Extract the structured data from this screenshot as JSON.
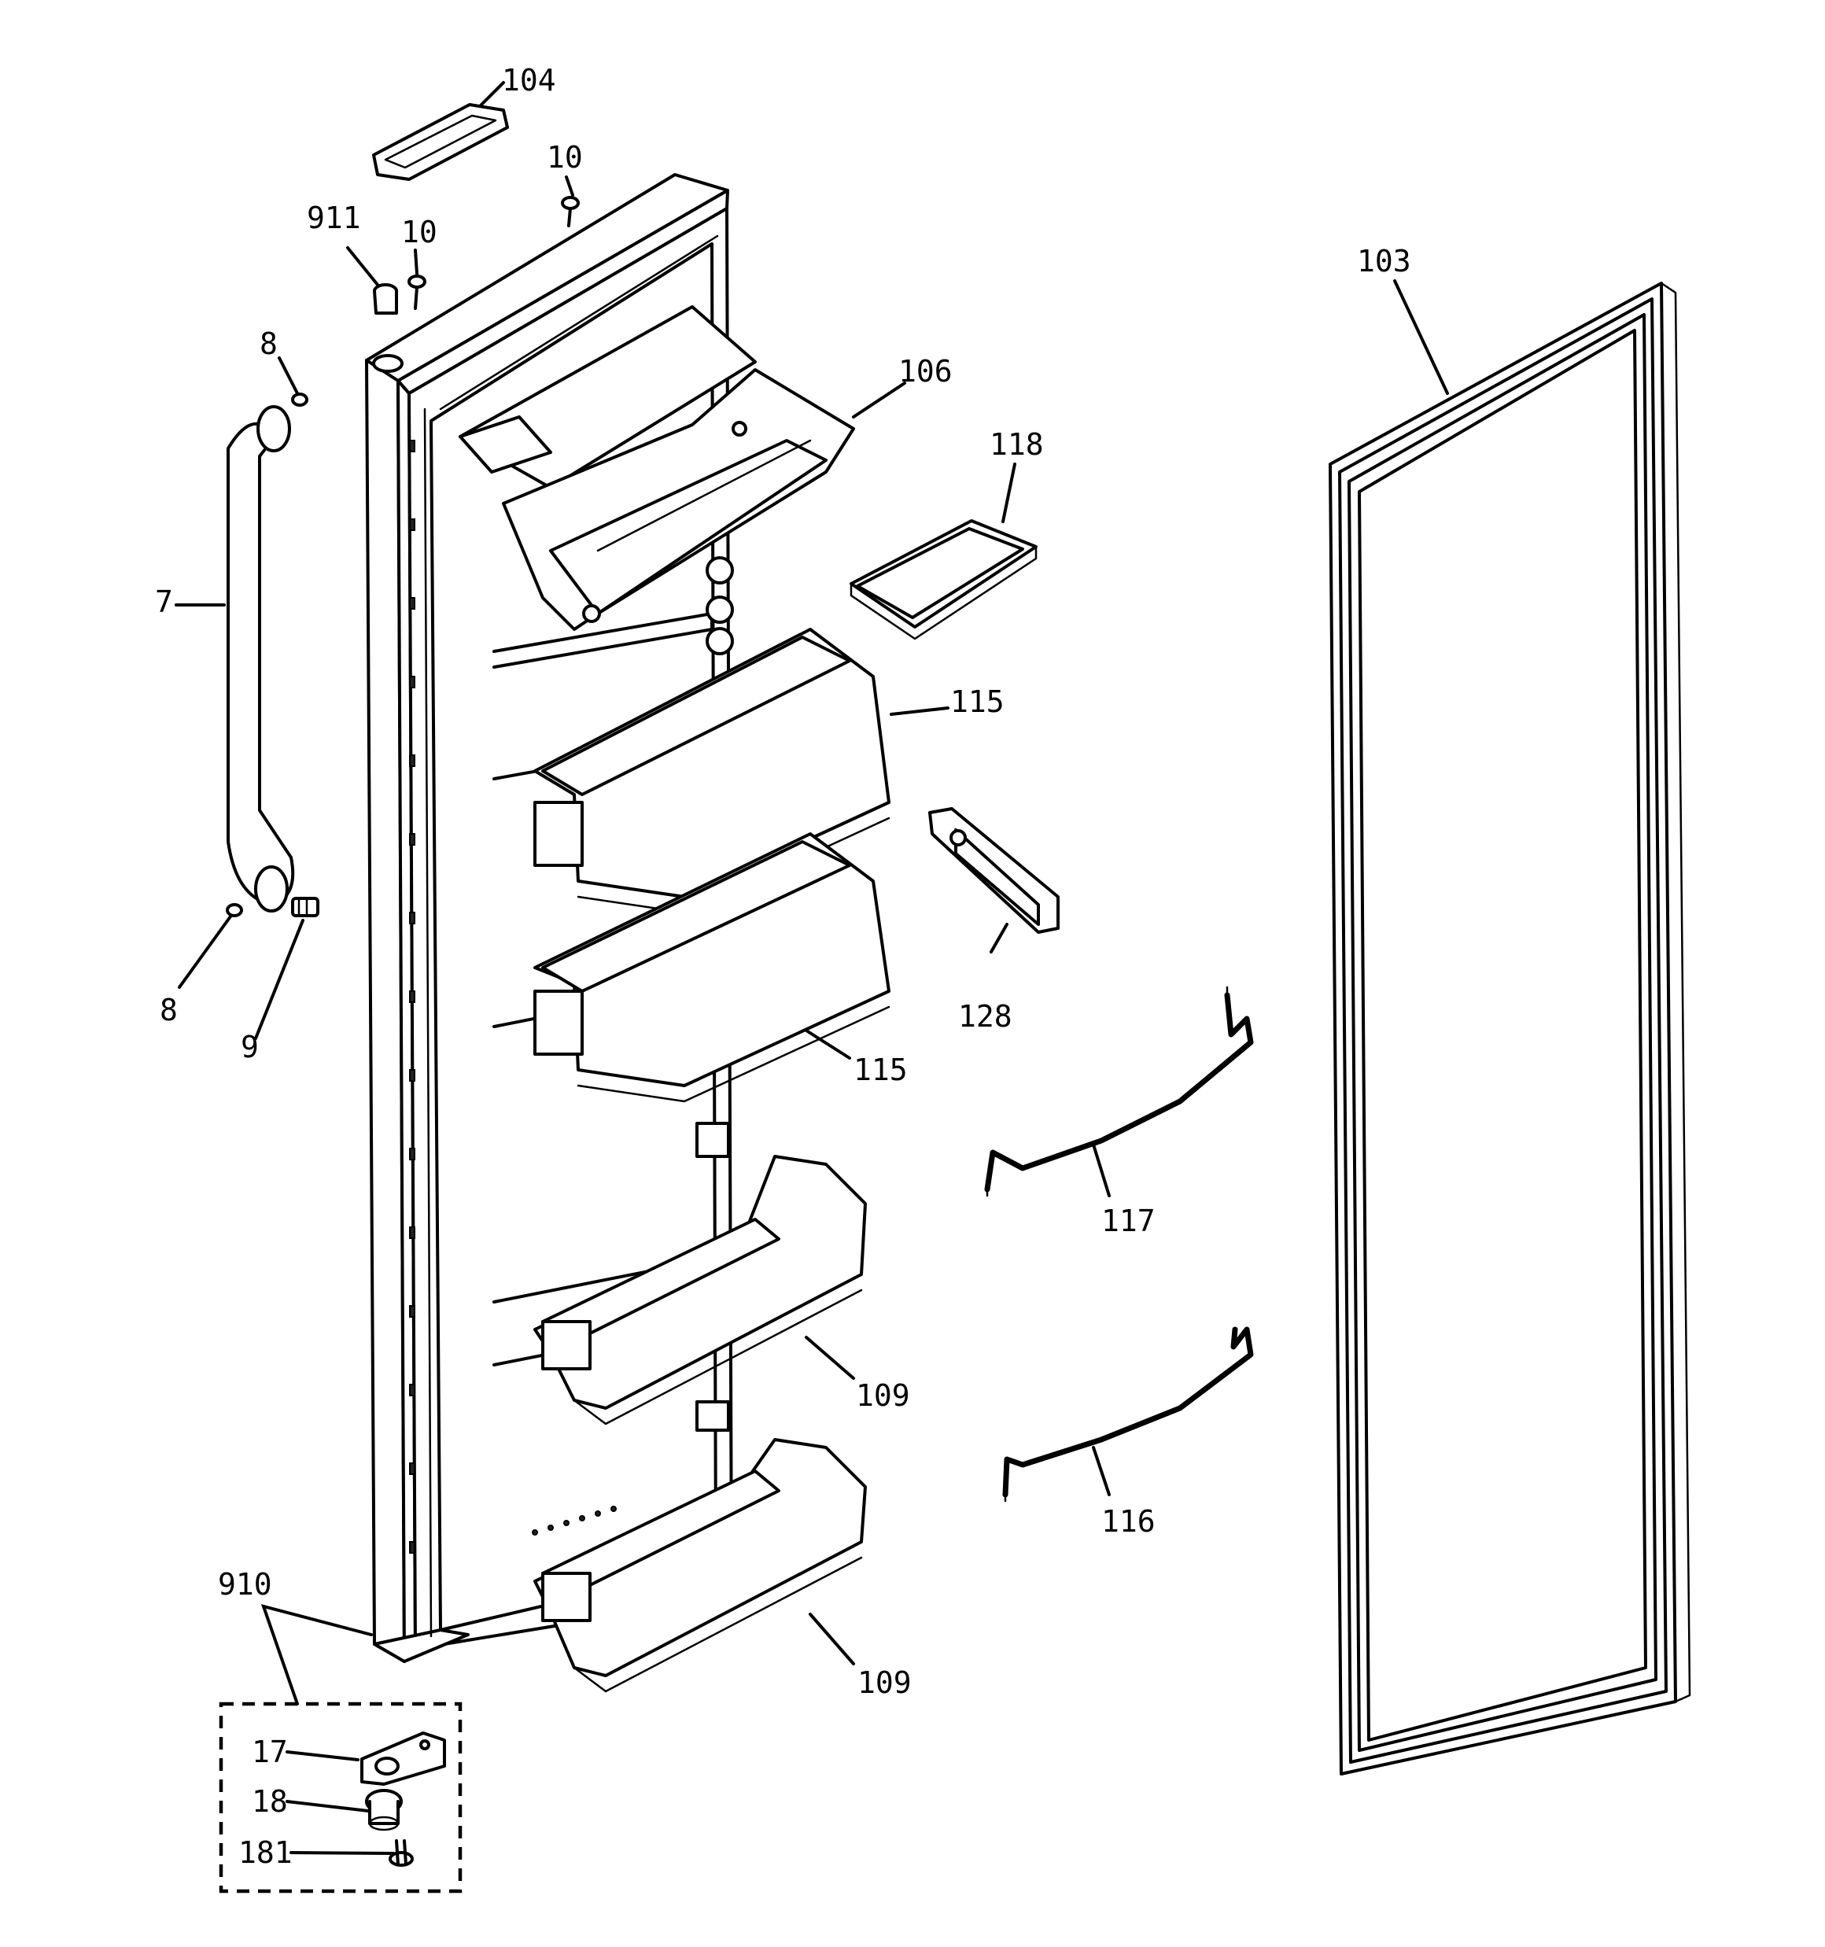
{
  "diagram": {
    "callouts": {
      "c7": "7",
      "c8_top": "8",
      "c8_bottom": "8",
      "c9": "9",
      "c10_left": "10",
      "c10_top": "10",
      "c17": "17",
      "c18": "18",
      "c181": "181",
      "c103": "103",
      "c104": "104",
      "c106": "106",
      "c109_upper": "109",
      "c109_lower": "109",
      "c115_upper": "115",
      "c115_lower": "115",
      "c116": "116",
      "c117": "117",
      "c118": "118",
      "c128": "128",
      "c910": "910",
      "c911": "911"
    }
  }
}
